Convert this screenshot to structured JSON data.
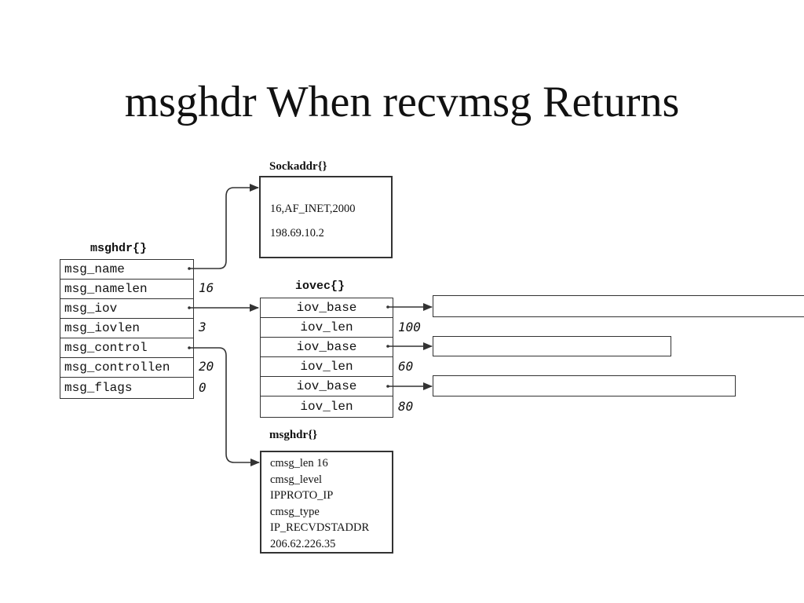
{
  "slide_title": "msghdr When recvmsg Returns",
  "sockaddr": {
    "label": "Sockaddr{}",
    "lines": [
      "16,AF_INET,2000",
      "198.69.10.2"
    ]
  },
  "msghdr": {
    "label": "msghdr{}",
    "fields": [
      {
        "name": "msg_name",
        "value": ""
      },
      {
        "name": "msg_namelen",
        "value": "16"
      },
      {
        "name": "msg_iov",
        "value": ""
      },
      {
        "name": "msg_iovlen",
        "value": "3"
      },
      {
        "name": "msg_control",
        "value": ""
      },
      {
        "name": "msg_controllen",
        "value": "20"
      },
      {
        "name": "msg_flags",
        "value": "0"
      }
    ]
  },
  "iovec": {
    "label": "iovec{}",
    "fields": [
      {
        "name": "iov_base",
        "value": ""
      },
      {
        "name": "iov_len",
        "value": "100"
      },
      {
        "name": "iov_base",
        "value": ""
      },
      {
        "name": "iov_len",
        "value": "60"
      },
      {
        "name": "iov_base",
        "value": ""
      },
      {
        "name": "iov_len",
        "value": "80"
      }
    ]
  },
  "cmsg": {
    "label": "msghdr{}",
    "lines": [
      "cmsg_len   16",
      "cmsg_level",
      "IPPROTO_IP",
      "cmsg_type",
      "IP_RECVDSTADDR",
      "206.62.226.35"
    ]
  },
  "colors": {
    "line": "#333333",
    "text": "#111111",
    "background": "#ffffff"
  }
}
